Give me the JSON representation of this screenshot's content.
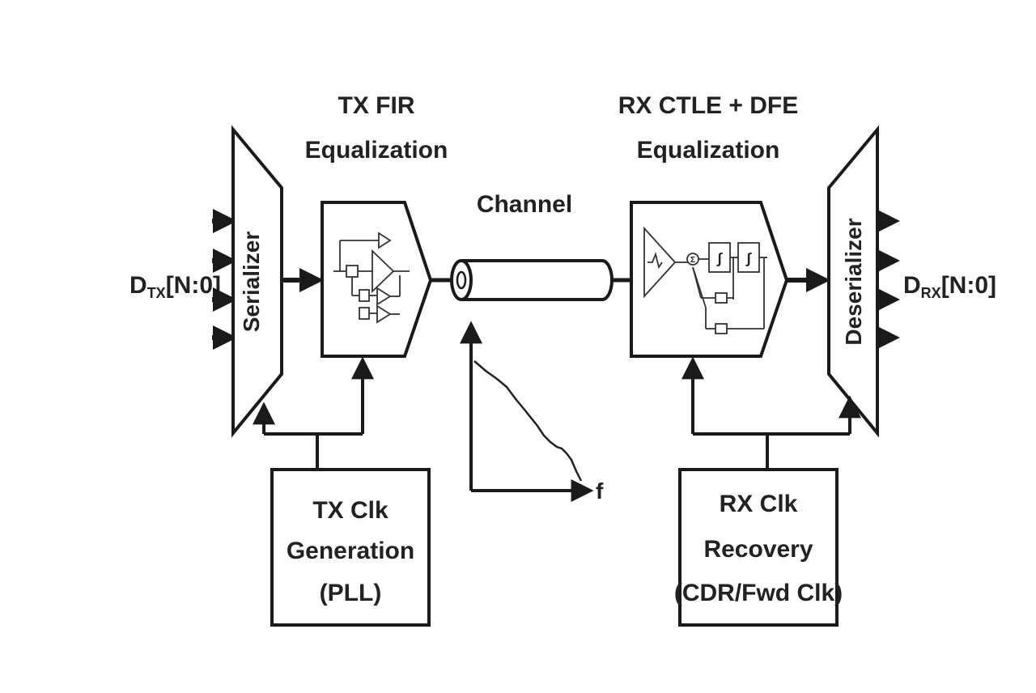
{
  "labels": {
    "tx_fir_line1": "TX FIR",
    "tx_fir_line2": "Equalization",
    "rx_eq_line1": "RX CTLE + DFE",
    "rx_eq_line2": "Equalization",
    "channel": "Channel",
    "serializer": "Serializer",
    "deserializer": "Deserializer",
    "dtx_main": "D",
    "dtx_sub": "TX",
    "dtx_rest": "[N:0]",
    "drx_main": "D",
    "drx_sub": "RX",
    "drx_rest": "[N:0]",
    "tx_clk_line1": "TX Clk",
    "tx_clk_line2": "Generation",
    "tx_clk_line3": "(PLL)",
    "rx_clk_line1": "RX Clk",
    "rx_clk_line2": "Recovery",
    "rx_clk_line3": "(CDR/Fwd Clk)",
    "freq_axis": "f",
    "dfe_tap1": "∫",
    "dfe_tap2": "∫",
    "dfe_sum": "Σ"
  }
}
